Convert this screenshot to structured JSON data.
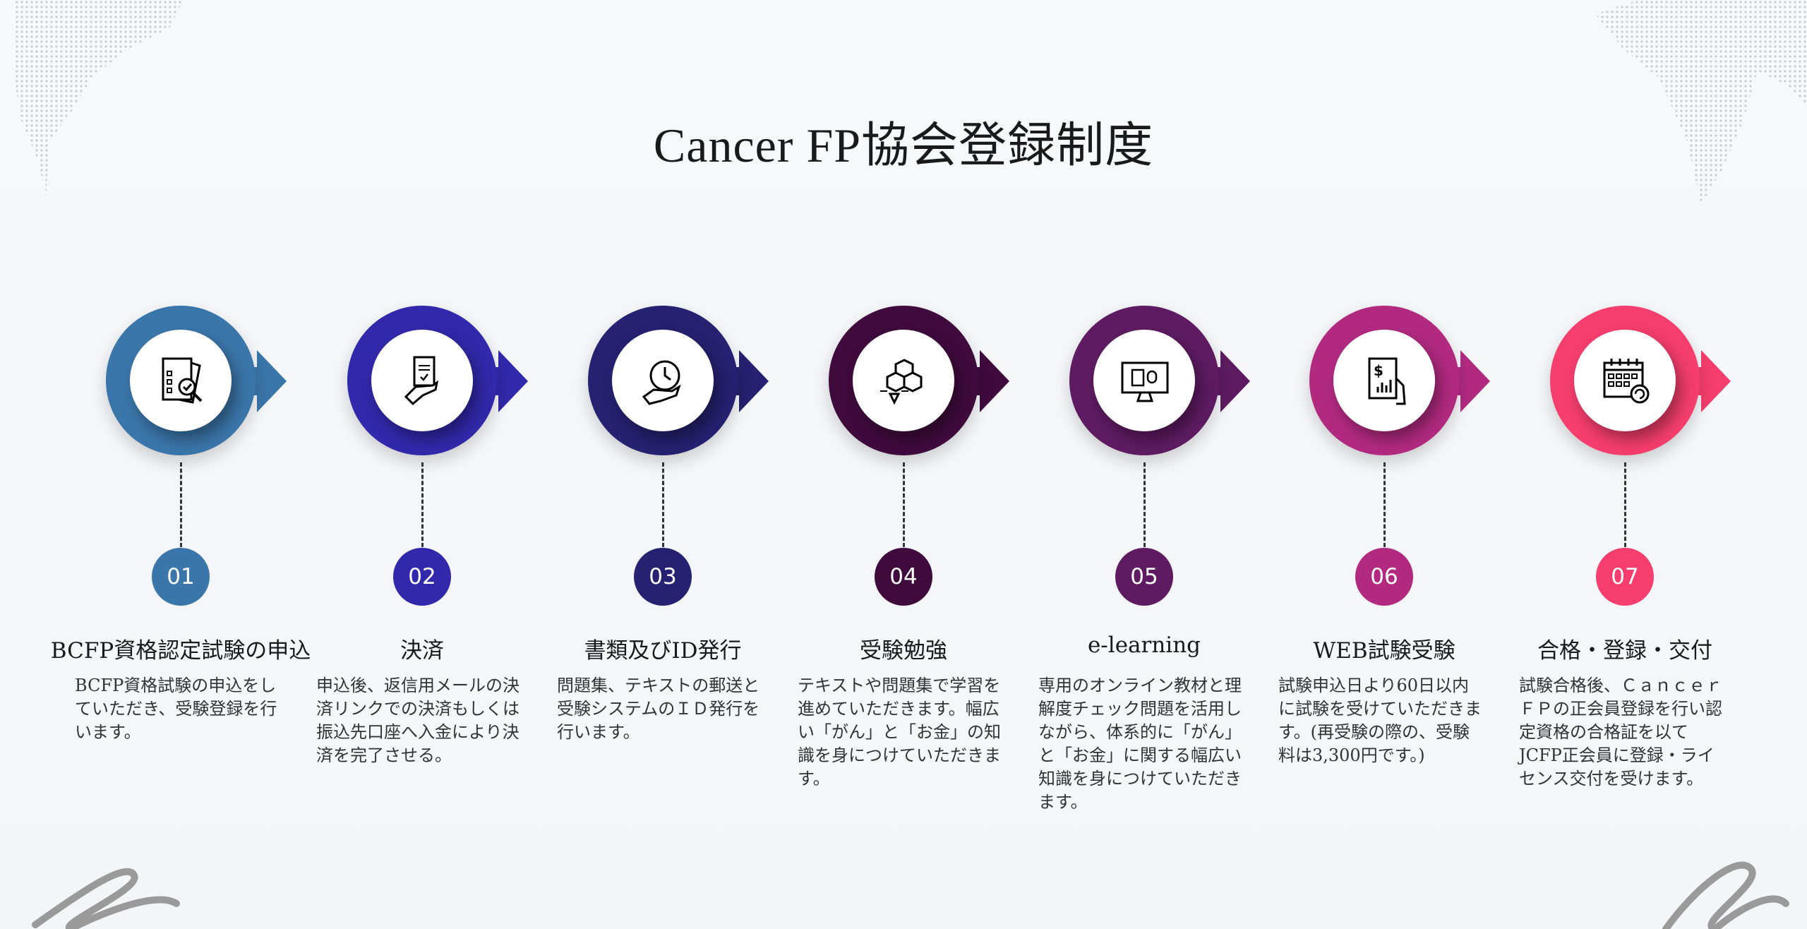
{
  "title": "Cancer FP協会登録制度",
  "steps": [
    {
      "number": "01",
      "title": "BCFP資格認定試験の申込",
      "description": "BCFP資格試験の申込をしていただき、受験登録を行います。",
      "color": "#3b76aa",
      "icon": "document-check-icon"
    },
    {
      "number": "02",
      "title": "決済",
      "description": "申込後、返信用メールの決済リンクでの決済もしくは振込先口座へ入金により決済を完了させる。",
      "color": "#3228ab",
      "icon": "hand-document-icon"
    },
    {
      "number": "03",
      "title": "書類及びID発行",
      "description": "問題集、テキストの郵送と受験システムのＩＤ発行を行います。",
      "color": "#262170",
      "icon": "hand-clock-icon"
    },
    {
      "number": "04",
      "title": "受験勉強",
      "description": "テキストや問題集で学習を進めていただきます。幅広い「がん」と「お金」の知識を身につけていただきます。",
      "color": "#3f0b3d",
      "icon": "cubes-pen-icon"
    },
    {
      "number": "05",
      "title": "e-learning",
      "description": "専用のオンライン教材と理解度チェック問題を活用しながら、体系的に「がん」と「お金」に関する幅広い知識を身につけていただきます。",
      "color": "#5e1b61",
      "icon": "monitor-icon"
    },
    {
      "number": "06",
      "title": "WEB試験受験",
      "description": "試験申込日より60日以内に試験を受けていただきます。(再受験の際の、受験料は3,300円です。)",
      "color": "#b22a80",
      "icon": "invoice-chart-icon"
    },
    {
      "number": "07",
      "title": "合格・登録・交付",
      "description": "試験合格後、Ｃａｎｃｅｒ ＦＰの正会員登録を行い認定資格の合格証を以てJCFP正会員に登録・ライセンス交付を受けます。",
      "color": "#f53e6d",
      "icon": "calendar-icon"
    }
  ]
}
